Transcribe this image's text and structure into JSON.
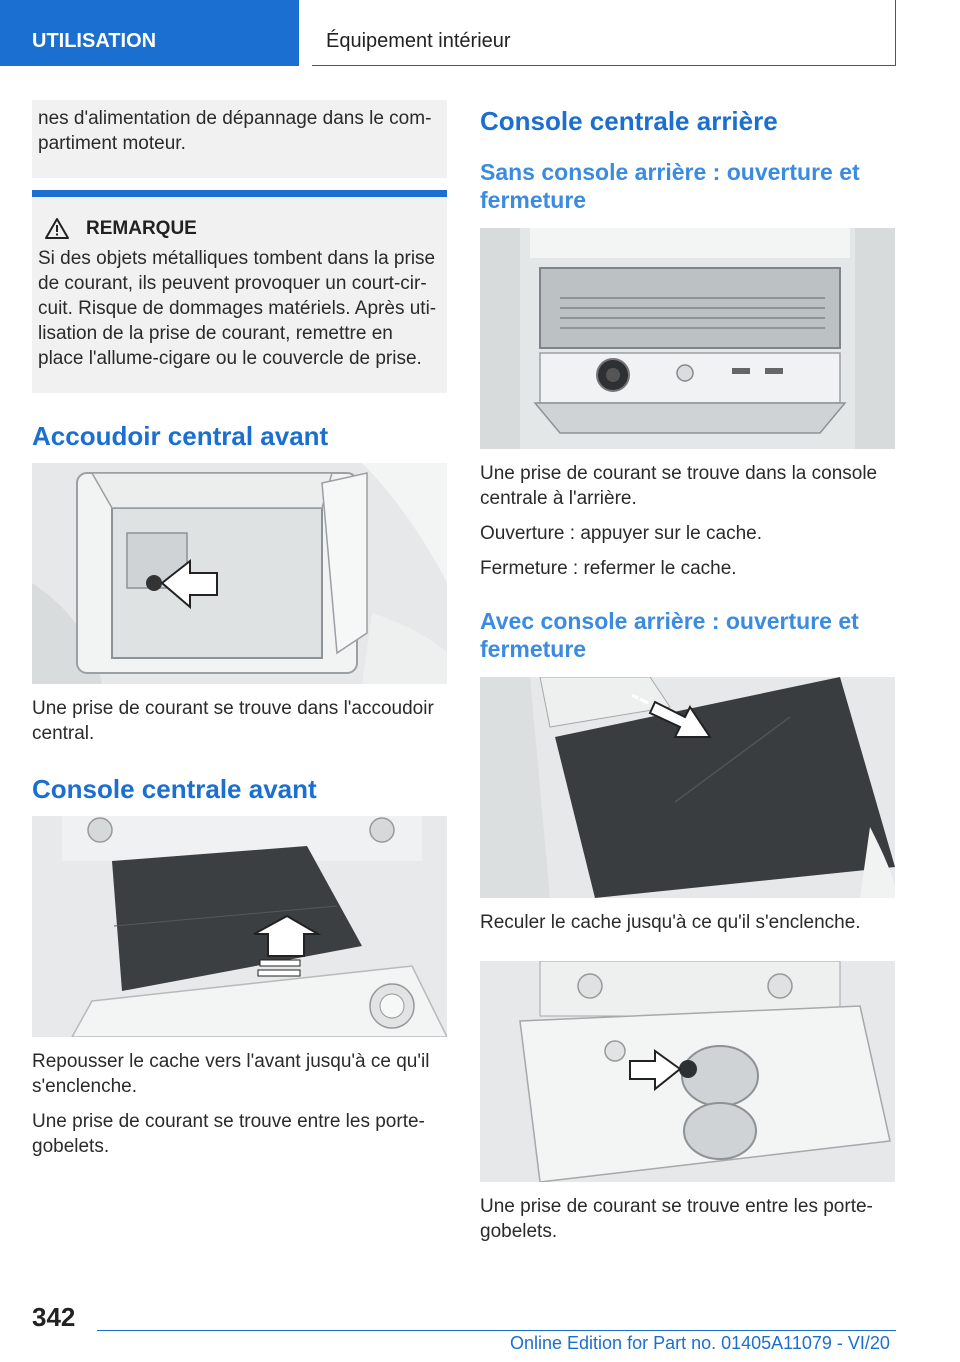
{
  "header": {
    "section": "UTILISATION",
    "chapter": "Équipement intérieur"
  },
  "left": {
    "continued_text": "nes d'alimentation de dépannage dans le com-partiment moteur.",
    "remark_title": "REMARQUE",
    "remark_text": "Si des objets métalliques tombent dans la prise de courant, ils peuvent provoquer un court-cir-cuit. Risque de dommages matériels. Après uti-lisation de la prise de courant, remettre en place l'allume-cigare ou le couvercle de prise.",
    "section1_title": "Accoudoir central avant",
    "section1_text": "Une prise de courant se trouve dans l'accoudoir central.",
    "section2_title": "Console centrale avant",
    "section2_text1": "Repousser le cache vers l'avant jusqu'à ce qu'il s'enclenche.",
    "section2_text2": "Une prise de courant se trouve entre les porte-gobelets."
  },
  "right": {
    "section_title": "Console centrale arrière",
    "sub1_title": "Sans console arrière : ouverture et fermeture",
    "sub1_text1": "Une prise de courant se trouve dans la console centrale à l'arrière.",
    "sub1_text2": "Ouverture : appuyer sur le cache.",
    "sub1_text3": "Fermeture : refermer le cache.",
    "sub2_title": "Avec console arrière : ouverture et fermeture",
    "sub2_text1": "Reculer le cache jusqu'à ce qu'il s'enclenche.",
    "sub2_text2": "Une prise de courant se trouve entre les porte-gobelets."
  },
  "footer": {
    "page_number": "342",
    "edition": "Online Edition for Part no. 01405A11079 - VI/20"
  },
  "colors": {
    "accent": "#1a6fd0",
    "subheading": "#3b8be0",
    "box_background": "#f1f1f1"
  }
}
